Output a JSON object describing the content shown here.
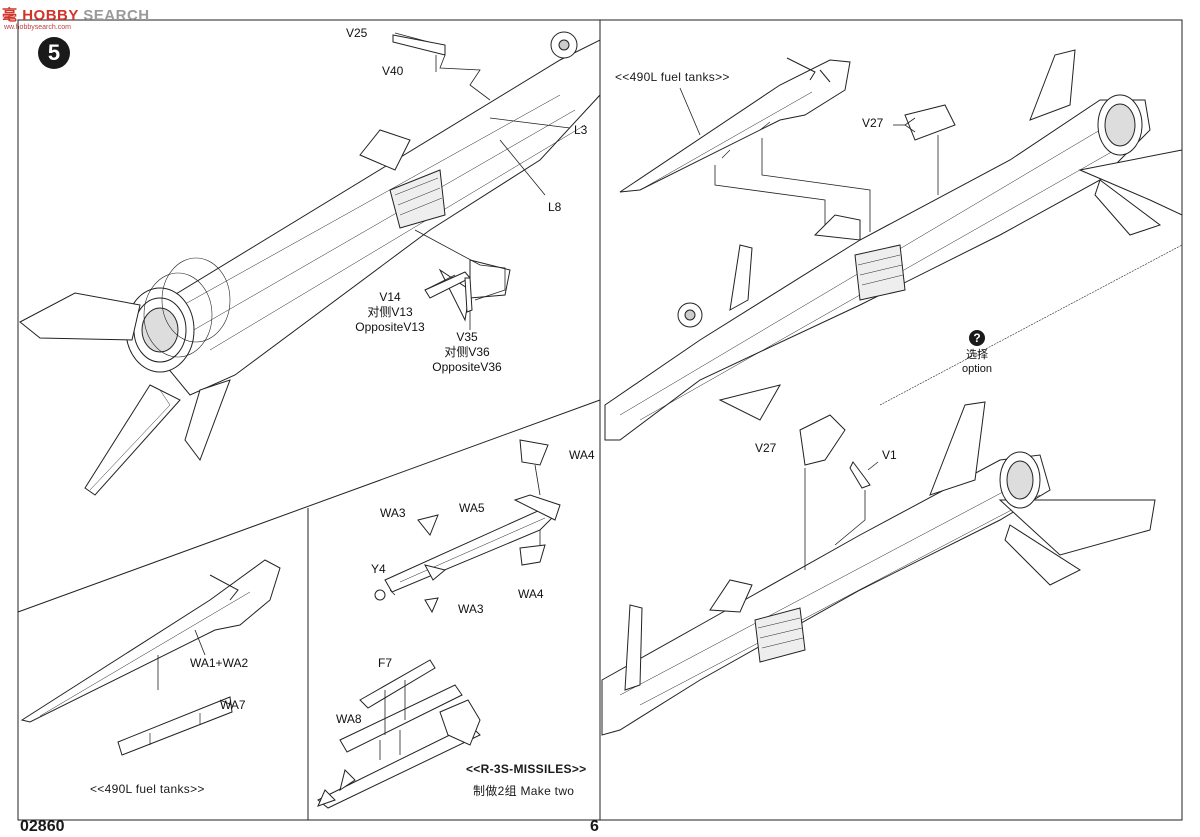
{
  "watermark": {
    "logo_cn": "毫",
    "logo_mid": "HOBBY",
    "logo_rest": "SEARCH",
    "sub": "ww.hobbysearch.com"
  },
  "step": "5",
  "labels": {
    "v25": "V25",
    "v40": "V40",
    "l3": "L3",
    "l8": "L8",
    "v14": "V14",
    "v14_cn": "对侧V13",
    "v14_en": "OppositeV13",
    "v35": "V35",
    "v35_cn": "对侧V36",
    "v35_en": "OppositeV36",
    "v27_top": "V27",
    "v27_bottom": "V27",
    "v1": "V1",
    "option_cn": "选择",
    "option_en": "option",
    "option_mark": "?",
    "wa4_top": "WA4",
    "wa3_top": "WA3",
    "wa5": "WA5",
    "y4": "Y4",
    "wa3_bottom": "WA3",
    "wa4_bottom": "WA4",
    "f7": "F7",
    "wa8": "WA8",
    "wa1_wa2": "WA1+WA2",
    "wa7": "WA7"
  },
  "captions": {
    "fuel_tanks_top": "<<490L fuel tanks>>",
    "fuel_tanks_bottom": "<<490L fuel tanks>>",
    "missiles": "<<R-3S-MISSILES>>",
    "make_two": "制做2组  Make two"
  },
  "footer": {
    "code": "02860",
    "page": "6"
  }
}
